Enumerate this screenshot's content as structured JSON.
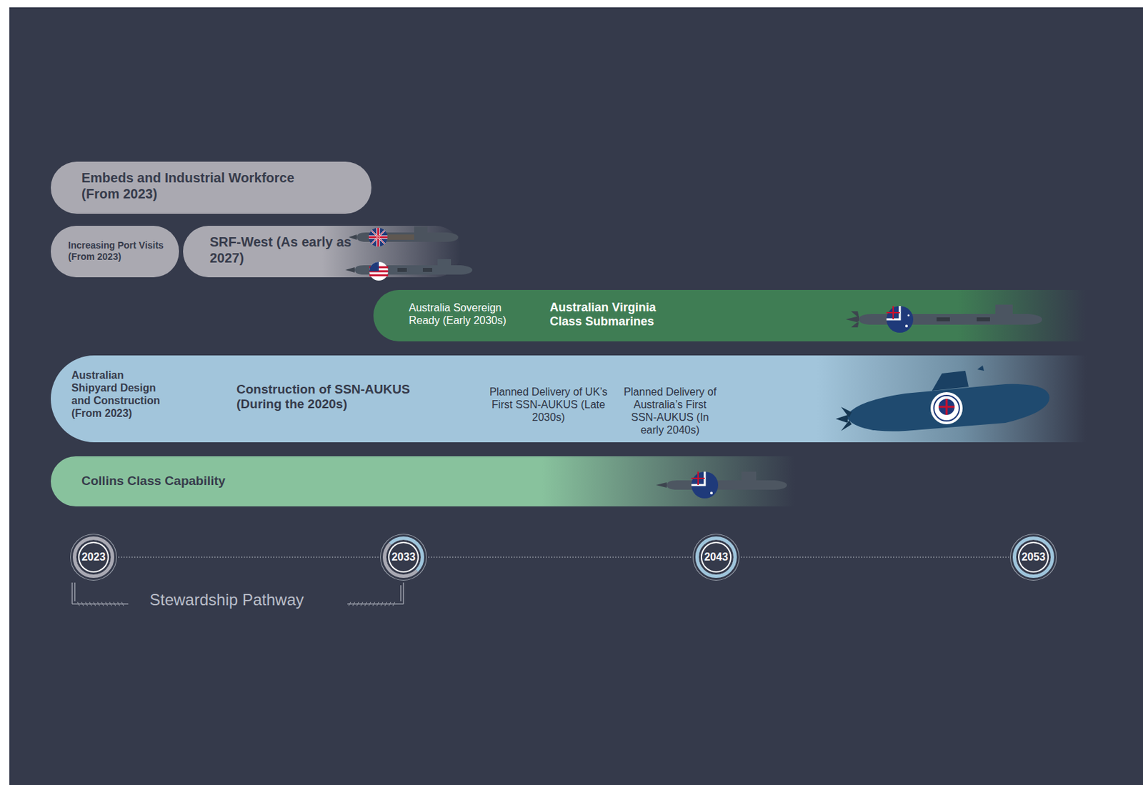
{
  "diagram": {
    "nodes": [
      {
        "text": [
          "Embeds and Industrial Workforce (From 2023)"
        ]
      },
      {
        "text": [
          "Increasing Port Visits (From 2023)"
        ]
      },
      {
        "text": [
          "SRF-West (As early as 2027)"
        ]
      },
      {
        "text": [
          "Australia Sovereign Ready (Early 2030s)",
          "Australian Virginia Class Submarines"
        ]
      },
      {
        "text": [
          "Australian Shipyard Design and Construction (From 2023)",
          "Construction of SSN-AUKUS (During the 2020s)",
          "Planned Delivery of UK’s First SSN-AUKUS (Late 2030s)",
          "Planned Delivery of Australia’s First SSN-AUKUS (In early 2040s)"
        ]
      },
      {
        "text": [
          "Collins Class Capability"
        ]
      },
      {
        "text": [
          "2023"
        ]
      },
      {
        "text": [
          "2033"
        ]
      },
      {
        "text": [
          "2043"
        ]
      },
      {
        "text": [
          "2053"
        ]
      }
    ],
    "edges": [
      {
        "from": 6,
        "to": 7,
        "arrow": "none"
      },
      {
        "from": 7,
        "to": 8,
        "arrow": "none"
      },
      {
        "from": 8,
        "to": 9,
        "arrow": "none"
      }
    ],
    "labels": [
      "Stewardship Pathway"
    ]
  }
}
